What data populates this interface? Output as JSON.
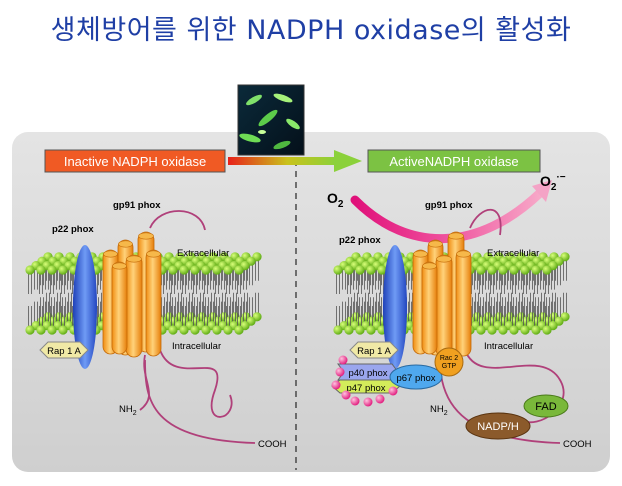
{
  "title": "생체방어를 위한 NADPH oxidase의 활성화",
  "image": {
    "icon": "bacteria-photo"
  },
  "states": {
    "inactive": {
      "banner": "Inactive NADPH oxidase",
      "gp91": "gp91 phox",
      "p22": "p22 phox",
      "extracellular": "Extracellular",
      "intracellular": "Intracellular",
      "rap1a": "Rap 1 A",
      "nh2": "NH",
      "nh2_sub": "2",
      "cooh": "COOH"
    },
    "active": {
      "banner": "ActiveNADPH oxidase",
      "o2": "O",
      "o2_sub": "2",
      "superoxide": "O",
      "superoxide_sub": "2",
      "superoxide_sup": "·−",
      "gp91": "gp91 phox",
      "p22": "p22 phox",
      "extracellular": "Extracellular",
      "intracellular": "Intracellular",
      "rap1a": "Rap 1 A",
      "p40": "p40 phox",
      "p67": "p67 phox",
      "p47": "p47 phox",
      "rac2_line1": "Rac 2",
      "rac2_line2": "GTP",
      "fad": "FAD",
      "nadph": "NADP/H",
      "nh2": "NH",
      "nh2_sub": "2",
      "cooh": "COOH"
    }
  },
  "colors": {
    "title": "#1f3fa5",
    "panel": "#dcdcdc",
    "inactive_banner": "#f05a24",
    "active_banner": "#7cc243",
    "lipid_head": "#8fd12a",
    "helix": "#f7a01c",
    "p22": "#3a67d8",
    "loop": "#b0407a",
    "fad": "#79b83a",
    "nadph": "#8b5a2b"
  }
}
